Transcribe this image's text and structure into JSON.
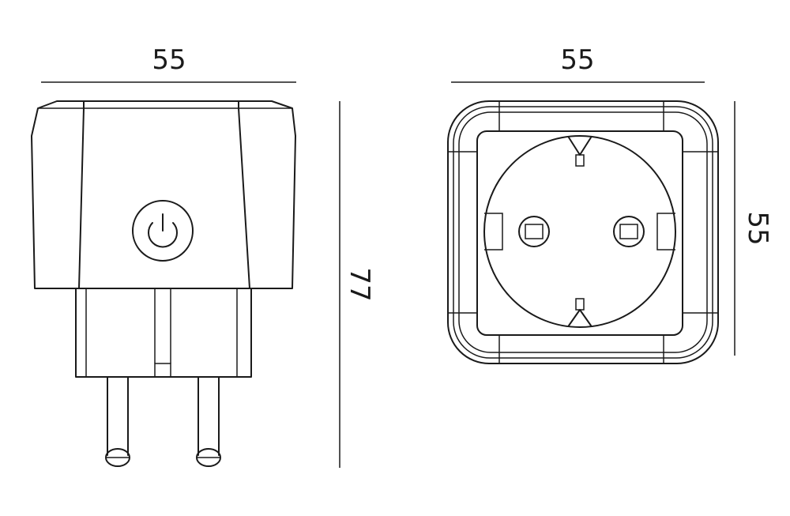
{
  "side_view": {
    "width_label": "55",
    "height_label": "77"
  },
  "front_view": {
    "width_label": "55",
    "height_label": "55"
  },
  "colors": {
    "line": "#1a1a1a",
    "background": "#ffffff"
  }
}
